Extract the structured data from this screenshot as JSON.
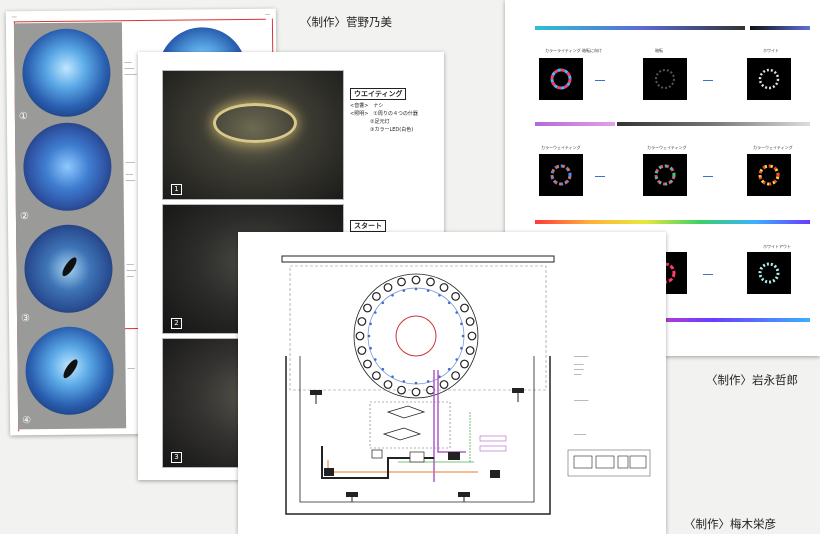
{
  "credits": {
    "sugano": "〈制作〉菅野乃美",
    "iwanaga": "〈制作〉岩永哲郎",
    "umeki": "〈制作〉梅木栄彦"
  },
  "sheet_blue": {
    "numbers": [
      "①",
      "②",
      "③",
      "④"
    ]
  },
  "sheet_render": {
    "waiting_title": "ウエイティング",
    "waiting_lines": [
      "<音響>　ナシ",
      "<照明>　①周りの４つの什器",
      "　　　　②足元灯",
      "　　　　③カラーLED(白色)"
    ],
    "start_title": "スタート",
    "frame_numbers": [
      "1",
      "2",
      "3"
    ]
  },
  "sheet_swatch": {
    "card_labels": [
      "カラーライティング 暗転に向け",
      "暗転",
      "ホワイト",
      "カラーウェイティング",
      "カラーウェイティング",
      "カラーウェイティング",
      "ホワイトアウト"
    ]
  },
  "colors": {
    "accent_red": "#d33333",
    "diagram_purple": "#b05ac8",
    "diagram_orange": "#ee7a2a",
    "diagram_blue": "#3a6fd6"
  }
}
